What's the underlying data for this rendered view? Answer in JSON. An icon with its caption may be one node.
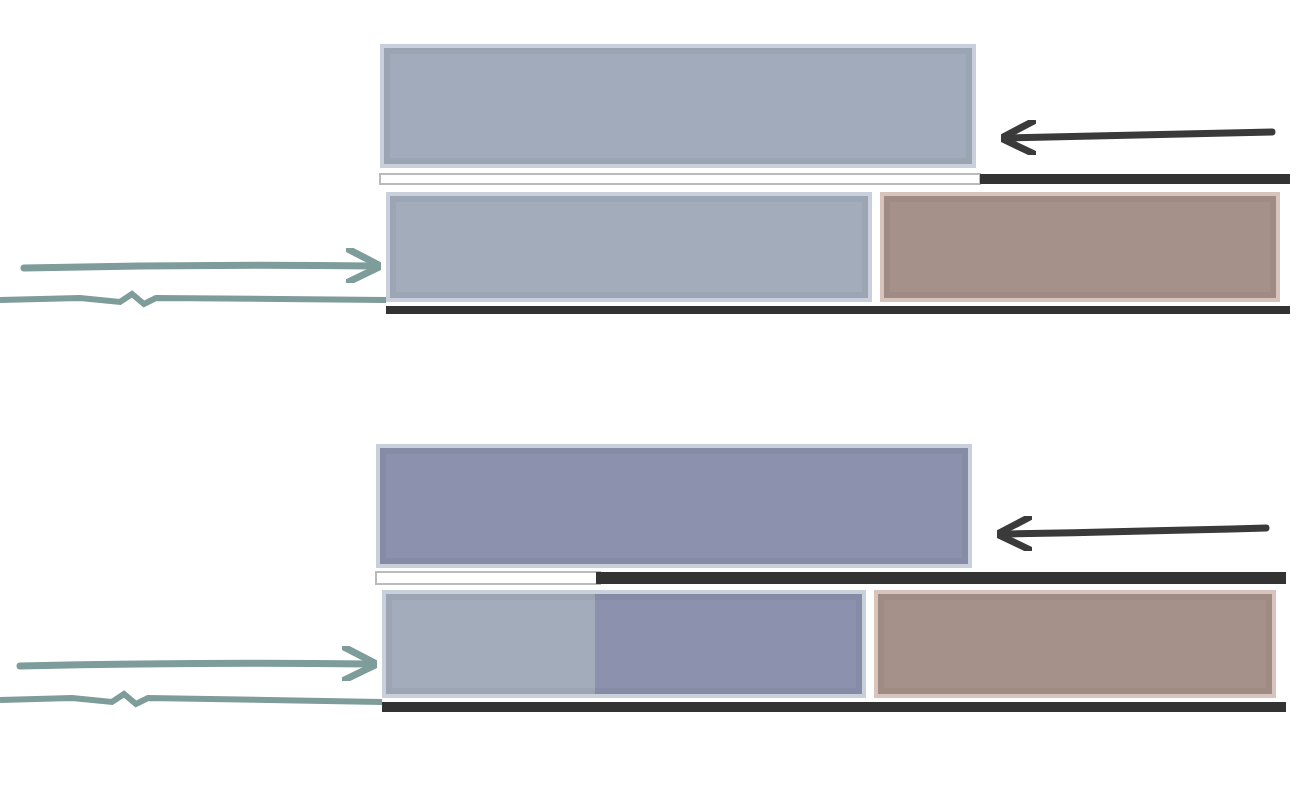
{
  "diagram": {
    "nodes": [
      {
        "text": [],
        "shape": "box"
      },
      {
        "text": [],
        "shape": "box"
      },
      {
        "text": [],
        "shape": "box"
      },
      {
        "text": [],
        "shape": "box"
      },
      {
        "text": [],
        "shape": "box"
      },
      {
        "text": [],
        "shape": "box"
      }
    ],
    "edges": [
      {
        "from": null,
        "to": 0,
        "arrow": "to",
        "color": "#3a3a3a"
      },
      {
        "from": null,
        "to": 1,
        "arrow": "to",
        "color": "#7d9c9a"
      },
      {
        "from": null,
        "to": 3,
        "arrow": "to",
        "color": "#3a3a3a"
      },
      {
        "from": null,
        "to": 4,
        "arrow": "to",
        "color": "#7d9c9a"
      }
    ]
  }
}
